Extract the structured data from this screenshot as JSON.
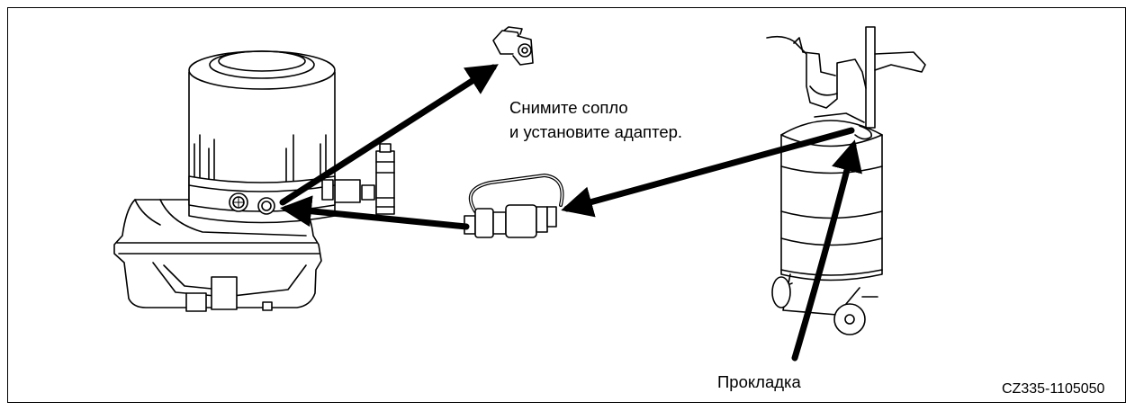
{
  "diagram": {
    "instruction": {
      "line1": "Снимите сопло",
      "line2": "и установите адаптер."
    },
    "gasket_label": "Прокладка",
    "figure_code": "CZ335-1105050"
  }
}
